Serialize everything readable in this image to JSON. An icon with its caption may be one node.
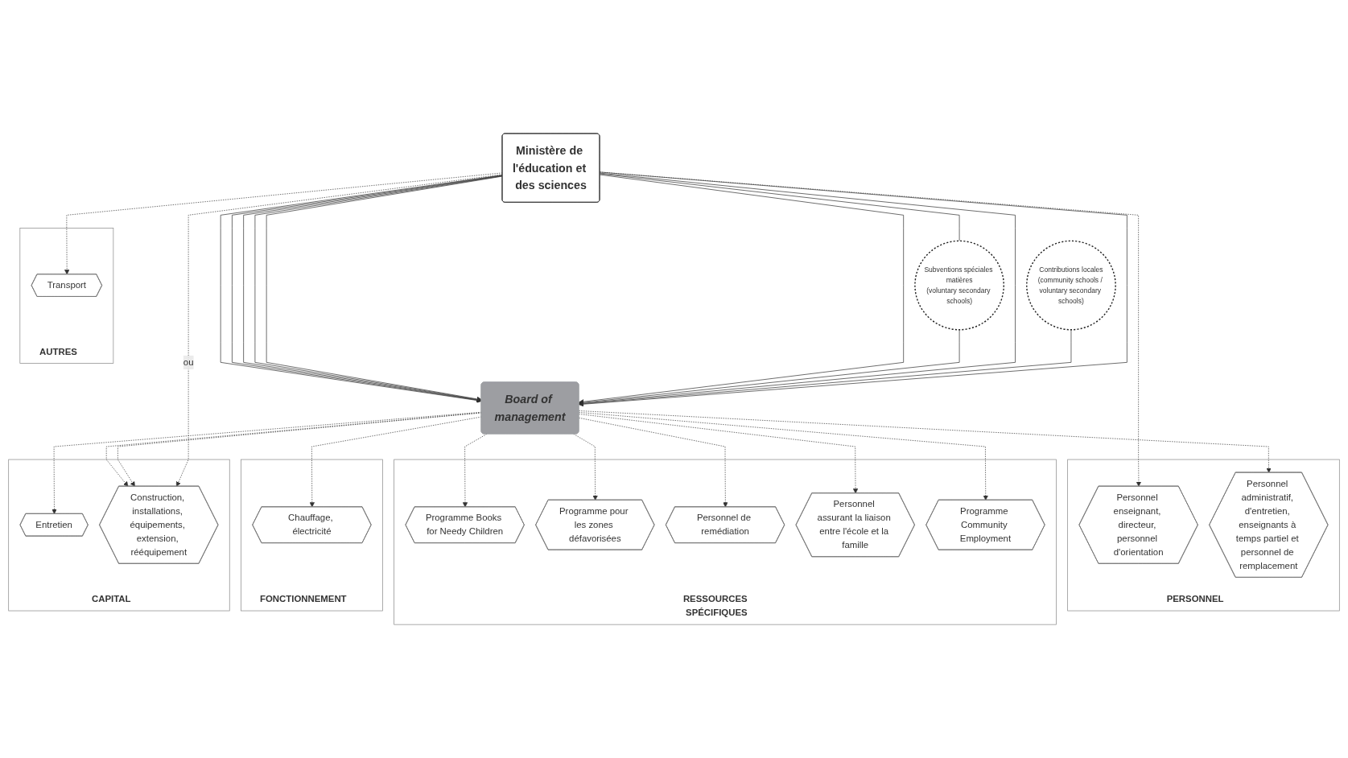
{
  "diagram": {
    "nodes": [
      {
        "text": [
          "Ministère de l'éducation et des sciences"
        ]
      },
      {
        "text": [
          "Board of management"
        ]
      },
      {
        "text": [
          "Subventions spéciales matières",
          "(voluntary secondary schools)"
        ]
      },
      {
        "text": [
          "Contributions locales",
          "(community schools / voluntary secondary schools)"
        ]
      },
      {
        "text": [
          "RESSOURCES SPÉCIFIQUES"
        ]
      },
      {
        "text": [
          "Programme Books for Needy Children"
        ],
        "in": 4
      },
      {
        "text": [
          "Programme pour les zones défavorisées"
        ],
        "in": 4
      },
      {
        "text": [
          "Personnel de remédiation"
        ],
        "in": 4
      },
      {
        "text": [
          "Personnel assurant la liaison entre l'école et la famille"
        ],
        "in": 4
      },
      {
        "text": [
          "Programme Community Employment"
        ],
        "in": 4
      },
      {
        "text": [
          "PERSONNEL"
        ]
      },
      {
        "text": [
          "Personnel enseignant, directeur, personnel d'orientation"
        ],
        "in": 10
      },
      {
        "text": [
          "Personnel administratif, d'entretien, enseignants à temps partiel et personnel de remplacement"
        ],
        "in": 10
      },
      {
        "text": [
          "FONCTIONNEMENT"
        ]
      },
      {
        "text": [
          "Chauffage, électricité"
        ],
        "in": 13
      },
      {
        "text": [
          "CAPITAL"
        ]
      },
      {
        "text": [
          "Entretien"
        ],
        "in": 15
      },
      {
        "text": [
          "Construction, installations, équipements, extension, rééquipement"
        ],
        "in": 15
      },
      {
        "text": [
          "AUTRES"
        ]
      },
      {
        "text": [
          "Transport"
        ],
        "in": 18
      }
    ],
    "edges": [
      {
        "from": 0,
        "to": 1,
        "arrow": "to"
      },
      {
        "from": 1,
        "to": 5,
        "arrow": "to",
        "style": "dashed"
      },
      {
        "from": 0,
        "to": 1,
        "arrow": "to"
      },
      {
        "from": 1,
        "to": 6,
        "arrow": "to",
        "style": "dashed"
      },
      {
        "from": 0,
        "to": 1,
        "arrow": "to"
      },
      {
        "from": 1,
        "to": 7,
        "arrow": "to",
        "style": "dashed"
      },
      {
        "from": 0,
        "to": 1,
        "arrow": "to"
      },
      {
        "from": 1,
        "to": 8,
        "arrow": "to",
        "style": "dashed"
      },
      {
        "from": 0,
        "to": 1,
        "arrow": "to"
      },
      {
        "from": 1,
        "to": 9,
        "arrow": "to",
        "style": "dashed"
      },
      {
        "from": 0,
        "to": 11,
        "arrow": "to",
        "style": "dashed"
      },
      {
        "from": 0,
        "to": 1,
        "arrow": "to"
      },
      {
        "from": 1,
        "to": 12,
        "arrow": "to",
        "style": "dashed"
      },
      {
        "from": 0,
        "to": 2,
        "arrow": "none"
      },
      {
        "from": 2,
        "to": 1,
        "arrow": "to"
      },
      {
        "from": 0,
        "to": 1,
        "arrow": "to"
      },
      {
        "from": 1,
        "to": 14,
        "arrow": "to",
        "style": "dashed"
      },
      {
        "from": 1,
        "to": 16,
        "arrow": "to",
        "style": "dashed"
      },
      {
        "from": 3,
        "to": 1,
        "arrow": "to"
      },
      {
        "from": 0,
        "to": 1,
        "arrow": "to"
      },
      {
        "from": 1,
        "to": 17,
        "arrow": "to",
        "style": "dashed"
      },
      {
        "from": 1,
        "to": 17,
        "arrow": "to",
        "style": "dashed"
      },
      {
        "from": 0,
        "to": 17,
        "arrow": "to",
        "style": "dashed",
        "label": "ou"
      },
      {
        "from": 0,
        "to": 19,
        "arrow": "to",
        "style": "dashed"
      }
    ]
  }
}
